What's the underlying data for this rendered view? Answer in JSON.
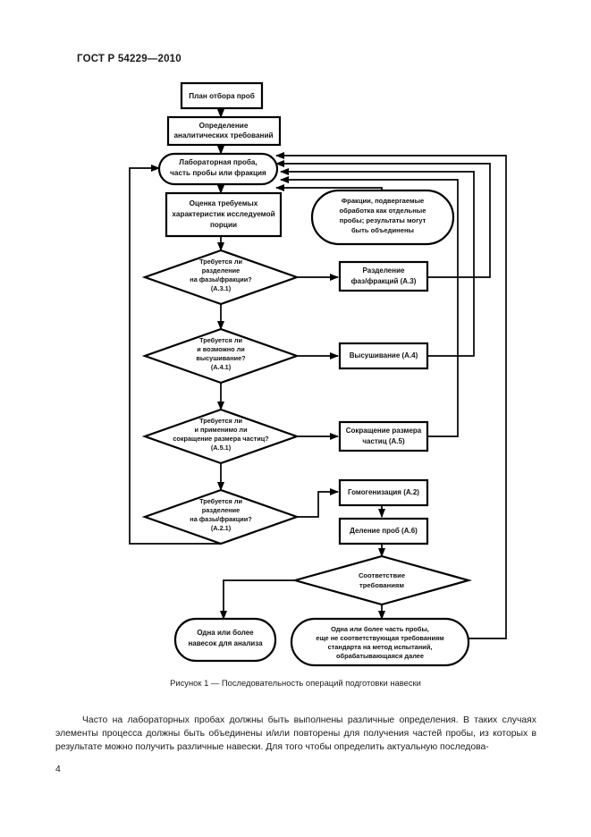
{
  "document": {
    "standard_header": "ГОСТ Р 54229—2010",
    "page_number": "4",
    "figure_caption": "Рисунок 1 — Последовательность операций подготовки навески",
    "body_paragraph": "Часто на лабораторных пробах должны быть выполнены различные определения. В таких случаях элементы процесса должны быть объединены и/или повторены для получения частей пробы, из которых в результате можно получить различные навески. Для того чтобы определить актуальную последова-"
  },
  "flowchart": {
    "nodes": {
      "plan": {
        "label_line1": "План отбора проб"
      },
      "analytical_req": {
        "label_line1": "Определение",
        "label_line2": "аналитических требований"
      },
      "lab_sample": {
        "label_line1": "Лабораторная проба,",
        "label_line2": "часть пробы или фракция"
      },
      "assessment": {
        "label_line1": "Оценка требуемых",
        "label_line2": "характеристик исследуемой",
        "label_line3": "порции"
      },
      "fractions_note": {
        "label_line1": "Фракции, подвергаемые",
        "label_line2": "обработка как отдельные",
        "label_line3": "пробы; результаты могут",
        "label_line4": "быть объединены"
      },
      "decision_a31": {
        "label_line1": "Требуется ли",
        "label_line2": "разделение",
        "label_line3": "на фазы/фракции?",
        "label_line4": "(А.3.1)"
      },
      "process_a3": {
        "label_line1": "Разделение",
        "label_line2": "фаз/фракций (А.3)"
      },
      "decision_a41": {
        "label_line1": "Требуется ли",
        "label_line2": "и возможно ли",
        "label_line3": "высушивание?",
        "label_line4": "(А.4.1)"
      },
      "process_a4": {
        "label_line1": "Высушивание (А.4)"
      },
      "decision_a51": {
        "label_line1": "Требуется ли",
        "label_line2": "и применимо ли",
        "label_line3": "сокращение размера частиц?",
        "label_line4": "(А.5.1)"
      },
      "process_a5": {
        "label_line1": "Сокращение размера",
        "label_line2": "частиц (А.5)"
      },
      "decision_a21": {
        "label_line1": "Требуется ли",
        "label_line2": "разделение",
        "label_line3": "на фазы/фракции?",
        "label_line4": "(А.2.1)"
      },
      "process_a2": {
        "label_line1": "Гомогенизация (А.2)"
      },
      "process_a6": {
        "label_line1": "Деление проб (А.6)"
      },
      "decision_conform": {
        "label_line1": "Соответствие",
        "label_line2": "требованиям"
      },
      "terminal_analysis": {
        "label_line1": "Одна или более",
        "label_line2": "навесок для анализа"
      },
      "terminal_reprocess": {
        "label_line1": "Одна или более часть пробы,",
        "label_line2": "еще не соответствующая требованиям",
        "label_line3": "стандарта на метод испытаний,",
        "label_line4": "обрабатывающаяся далее"
      }
    }
  }
}
